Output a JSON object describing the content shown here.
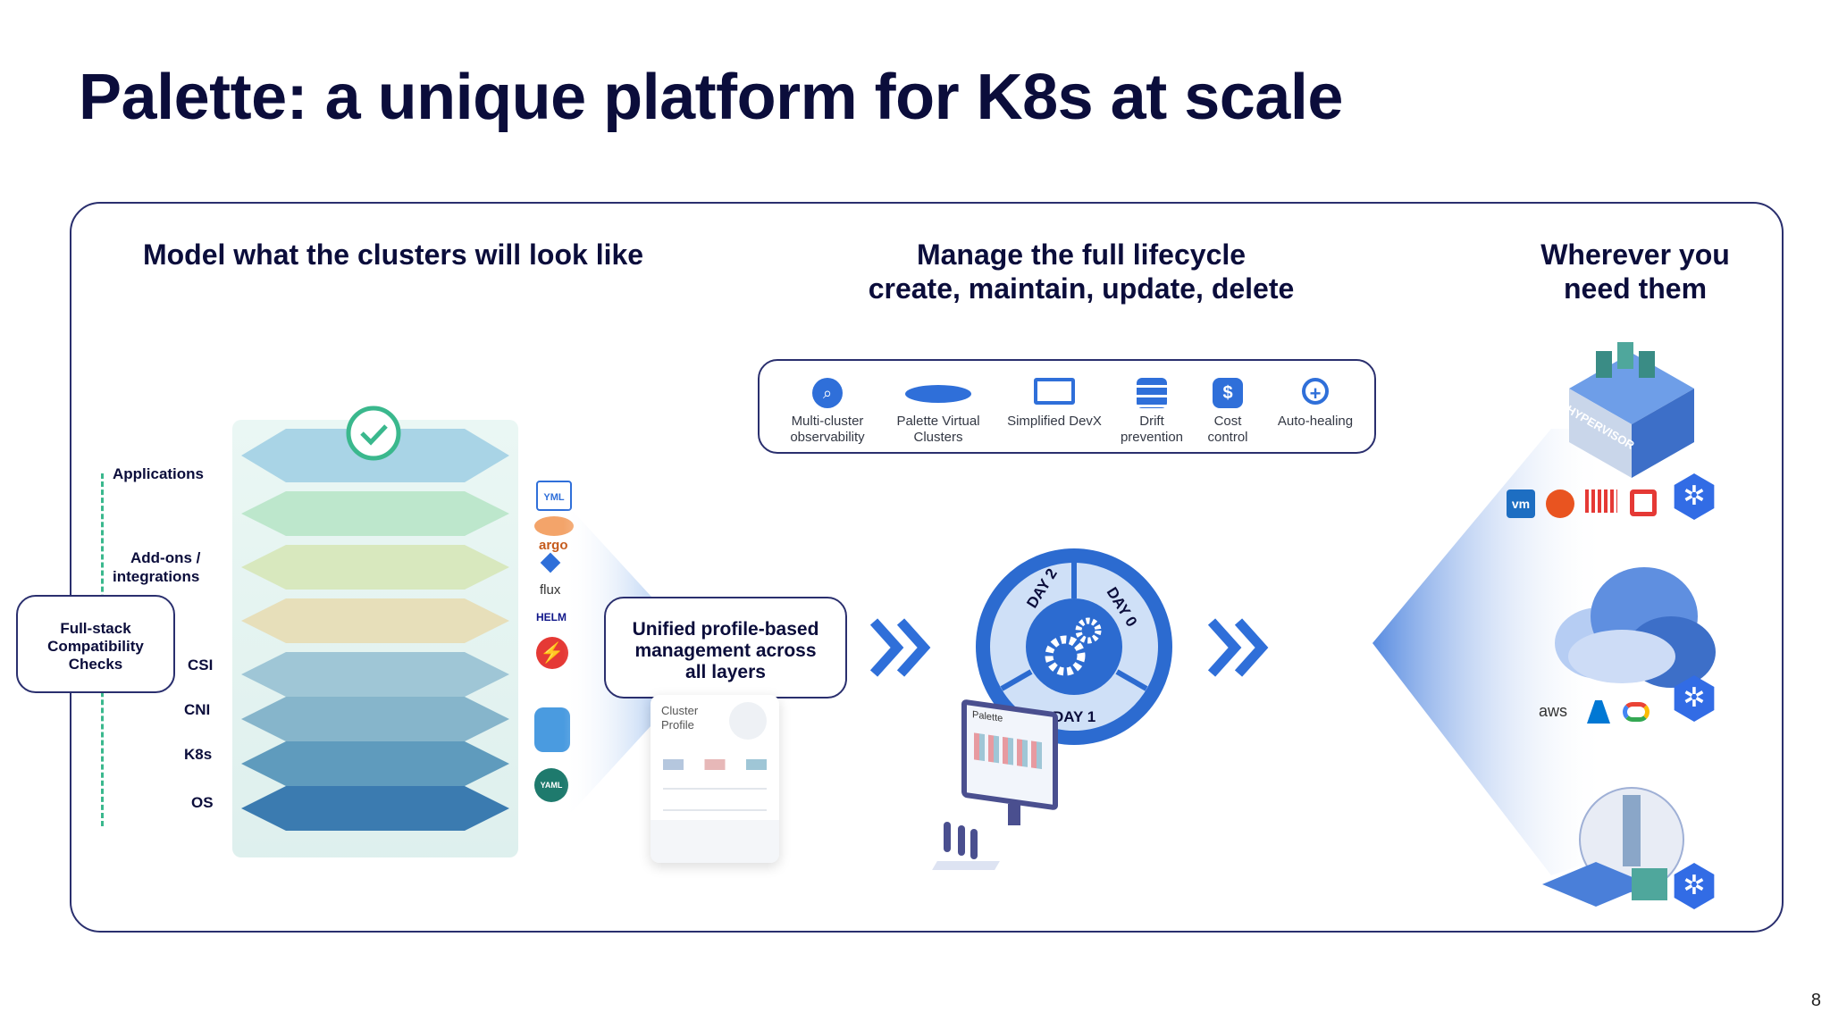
{
  "title": "Palette: a unique platform for K8s at scale",
  "page_number": "8",
  "columns": {
    "model": "Model what the clusters will look like",
    "lifecycle_line1": "Manage the full lifecycle",
    "lifecycle_line2": "create, maintain, update, delete",
    "wherever_line1": "Wherever you",
    "wherever_line2": "need them"
  },
  "layers": {
    "applications": "Applications",
    "addons_line1": "Add-ons /",
    "addons_line2": "integrations",
    "csi": "CSI",
    "cni": "CNI",
    "k8s": "K8s",
    "os": "OS"
  },
  "checks": {
    "line1": "Full-stack",
    "line2": "Compatibility",
    "line3": "Checks"
  },
  "unified": {
    "line1": "Unified profile-based",
    "line2": "management across",
    "line3": "all layers"
  },
  "cluster_profile": {
    "line1": "Cluster",
    "line2": "Profile"
  },
  "features": [
    {
      "line1": "Multi-cluster",
      "line2": "observability",
      "icon": "magnifier-icon"
    },
    {
      "line1": "Palette Virtual",
      "line2": "Clusters",
      "icon": "virtual-clusters-icon"
    },
    {
      "line1": "Simplified DevX",
      "line2": "",
      "icon": "monitor-icon"
    },
    {
      "line1": "Drift",
      "line2": "prevention",
      "icon": "database-icon"
    },
    {
      "line1": "Cost",
      "line2": "control",
      "icon": "dollar-gear-icon"
    },
    {
      "line1": "Auto-healing",
      "line2": "",
      "icon": "plus-circle-icon"
    }
  ],
  "lifecycle": {
    "day0": "DAY 0",
    "day1": "DAY 1",
    "day2": "DAY 2",
    "monitor": "Palette"
  },
  "integrations": {
    "yml": "YML",
    "argo": "argo",
    "flux": "flux",
    "helm": "HELM",
    "yaml": "YAML"
  },
  "targets": {
    "hypervisor": "HYPERVISOR",
    "vm": "vm",
    "aws": "aws"
  },
  "colors": {
    "navy": "#0b0d3b",
    "frame": "#2a2f6e",
    "accent_blue": "#2f6fd9",
    "day_ring": "#2c6bd0"
  }
}
